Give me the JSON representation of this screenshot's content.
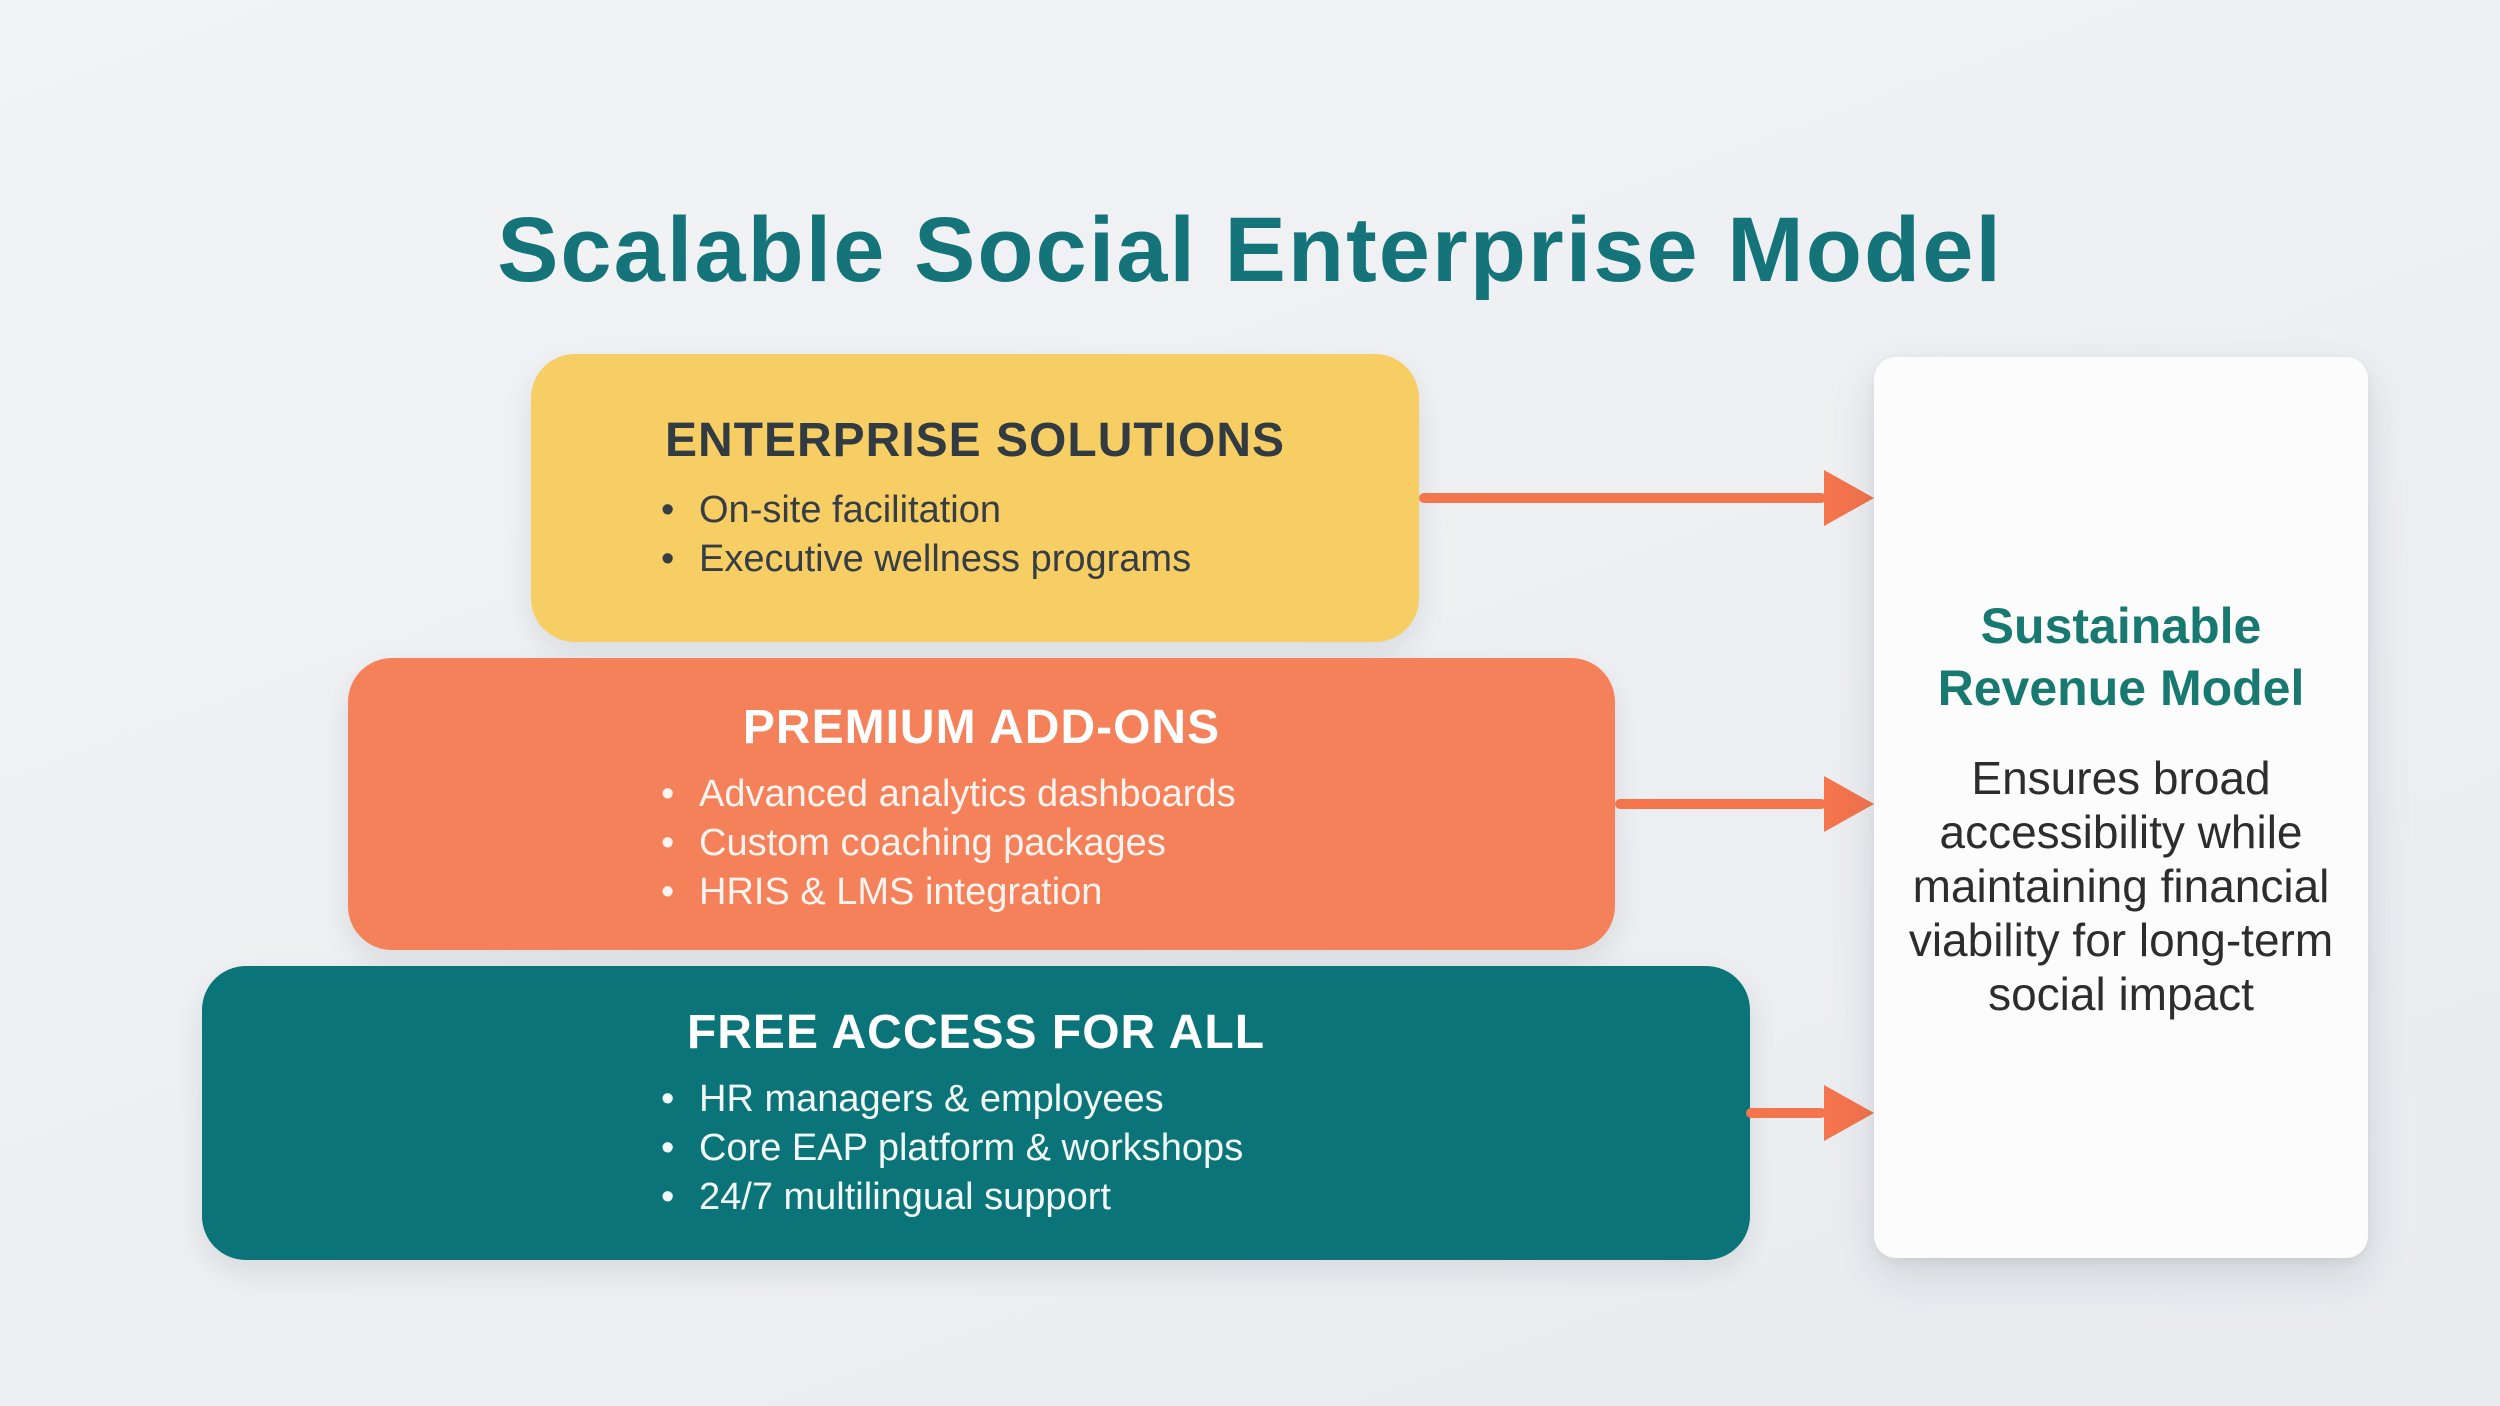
{
  "title": "Scalable Social Enterprise Model",
  "tiers": [
    {
      "id": "enterprise-solutions",
      "header": "ENTERPRISE SOLUTIONS",
      "bullets": [
        "On-site facilitation",
        "Executive wellness programs"
      ],
      "color": "#F6CE63",
      "text_color": "#333B42"
    },
    {
      "id": "premium-add-ons",
      "header": "PREMIUM ADD-ONS",
      "bullets": [
        "Advanced analytics dashboards",
        "Custom coaching packages",
        "HRIS & LMS integration"
      ],
      "color": "#F4815A",
      "text_color": "#FFFFFF"
    },
    {
      "id": "free-access-for-all",
      "header": "FREE ACCESS FOR ALL",
      "bullets": [
        "HR managers & employees",
        "Core EAP platform & workshops",
        "24/7 multilingual support"
      ],
      "color": "#0B7478",
      "text_color": "#FFFFFF"
    }
  ],
  "revenue_card": {
    "title": "Sustainable Revenue Model",
    "body": "Ensures broad accessibility while maintaining financial viability for long-term social impact"
  },
  "colors": {
    "background": "#EDEFF2",
    "title_teal": "#15747A",
    "card_title_teal": "#17796F",
    "arrow_orange": "#F4744D",
    "card_background": "#FCFCFD"
  }
}
